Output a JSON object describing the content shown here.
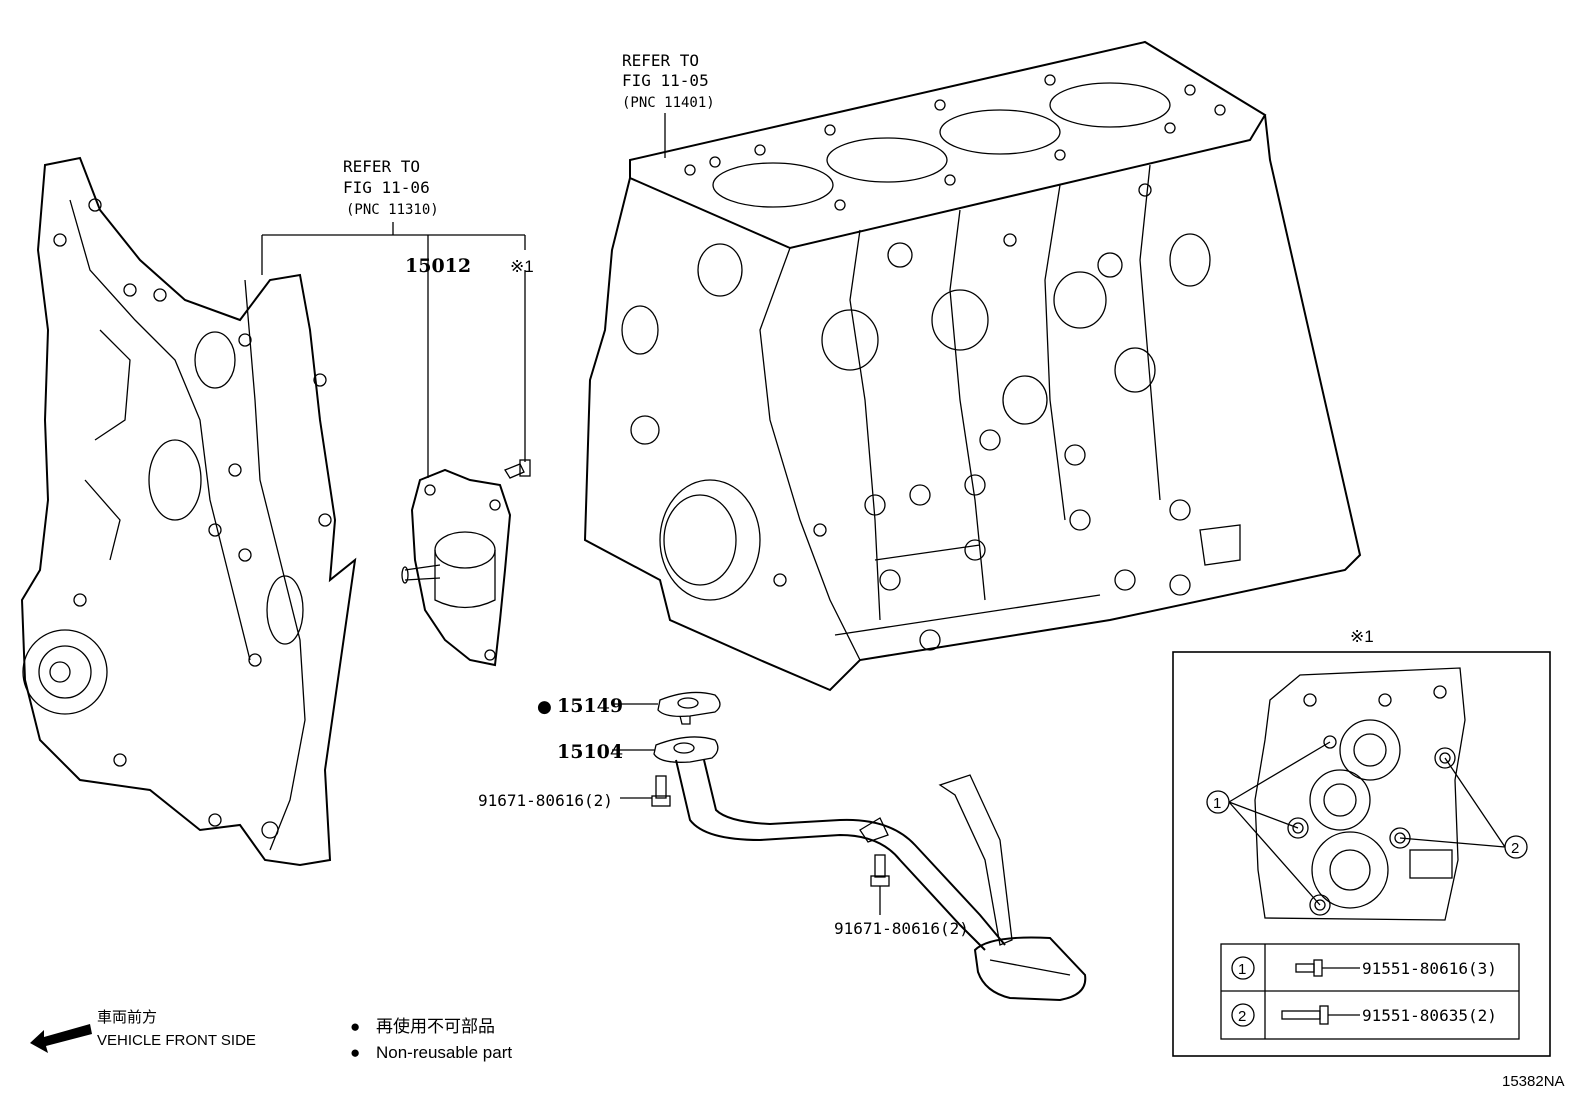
{
  "refer_top": {
    "line1": "REFER TO",
    "line2": "FIG 11-05",
    "line3": "(PNC 11401)"
  },
  "refer_left": {
    "line1": "REFER TO",
    "line2": "FIG 11-06",
    "line3": "(PNC 11310)"
  },
  "parts": {
    "water_pump": "15012",
    "note_mark": "※1",
    "gasket_marker": "●",
    "gasket": "15149",
    "strainer": "15104",
    "bolt_a": "91671-80616(2)",
    "bolt_b": "91671-80616(2)"
  },
  "detail": {
    "title": "※1",
    "callout_1": "1",
    "callout_2": "2",
    "row1": {
      "index": "1",
      "part": "91551-80616(3)"
    },
    "row2": {
      "index": "2",
      "part": "91551-80635(2)"
    }
  },
  "legend": {
    "front_jp": "車両前方",
    "front_en": "VEHICLE FRONT SIDE",
    "bullet": "●",
    "nonreuse_jp": "再使用不可部品",
    "nonreuse_en": "Non-reusable part"
  },
  "figure_id": "15382NA"
}
